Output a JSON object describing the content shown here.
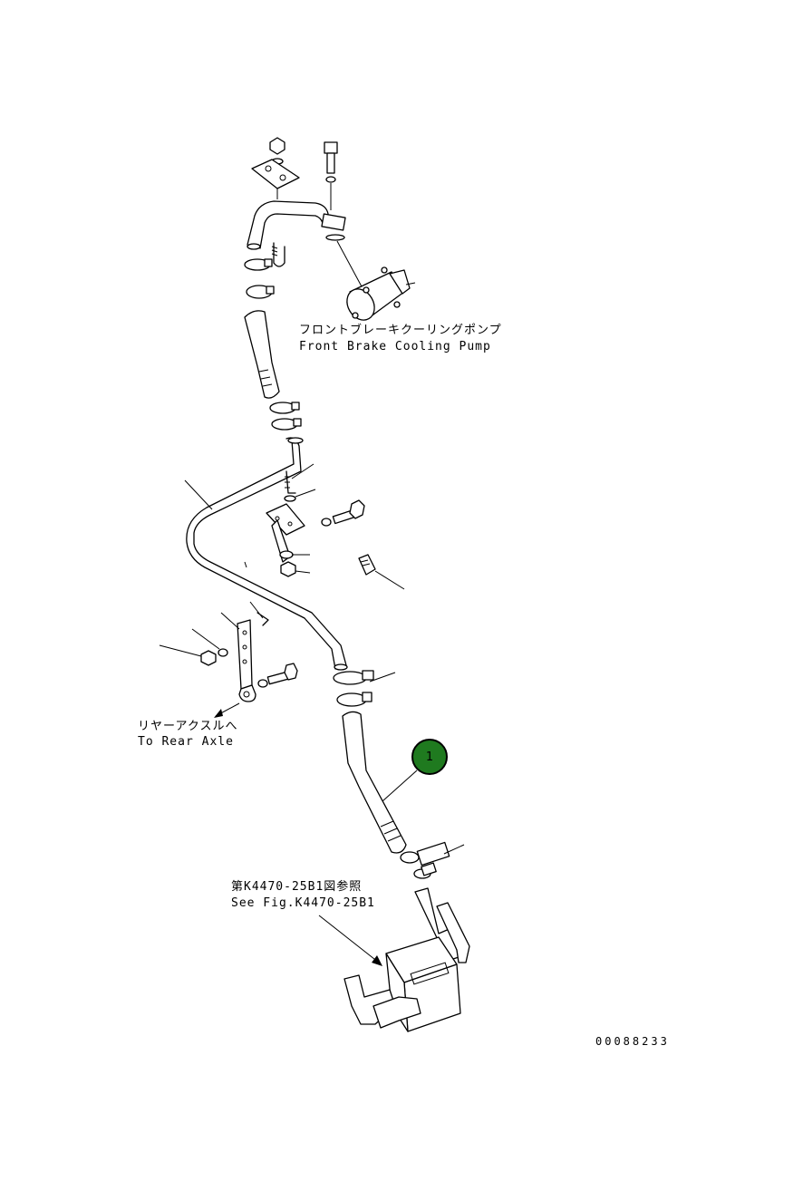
{
  "labels": {
    "pump_jp": "フロントブレーキクーリングポンプ",
    "pump_en": "Front Brake Cooling Pump",
    "rear_jp": "リヤーアクスルへ",
    "rear_en": "To Rear Axle",
    "fig_jp": "第K4470-25B1図参照",
    "fig_en": "See Fig.K4470-25B1"
  },
  "callout": {
    "number": "1",
    "color": "#1f7a1f"
  },
  "drawing_number": "00088233"
}
